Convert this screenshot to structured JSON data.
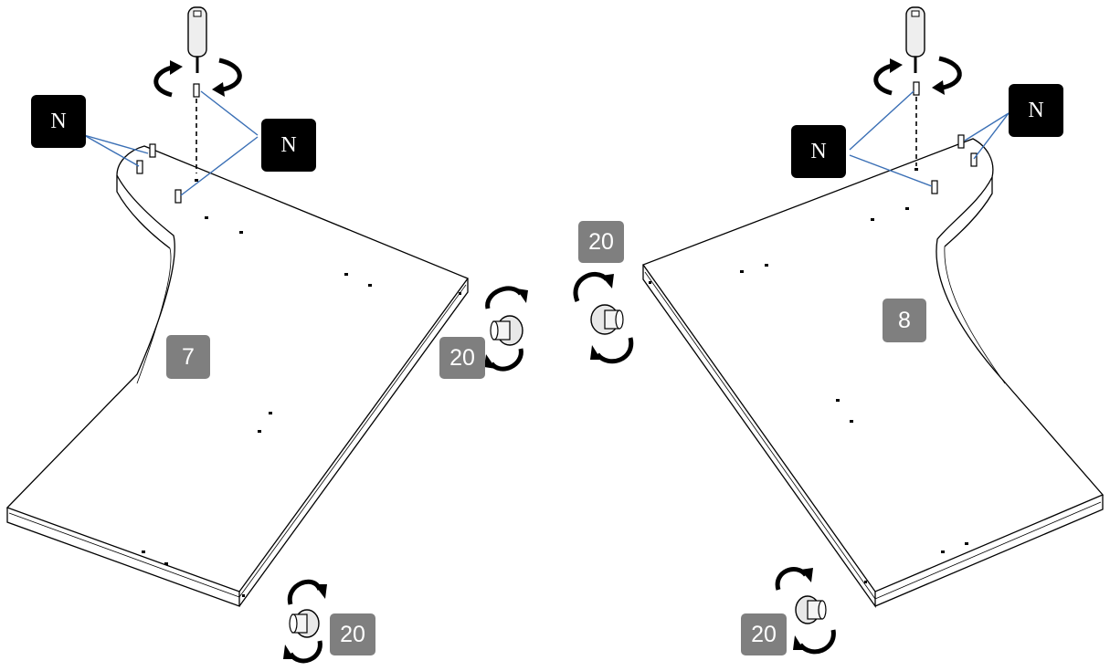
{
  "callouts": {
    "left_n_outer": "N",
    "left_n_inner": "N",
    "right_n_inner": "N",
    "right_n_outer": "N",
    "panel_left": "7",
    "panel_right": "8",
    "cam_left_side": "20",
    "cam_left_bottom": "20",
    "cam_right_top": "20",
    "cam_right_bottom": "20"
  },
  "colors": {
    "line": "#000000",
    "leader": "#3a6fb5",
    "callout_black": "#000000",
    "callout_gray": "#7f7f7f"
  },
  "icons": [
    "screwdriver-icon",
    "rotate-arrow-icon",
    "cam-lock-icon",
    "dowel-icon"
  ]
}
